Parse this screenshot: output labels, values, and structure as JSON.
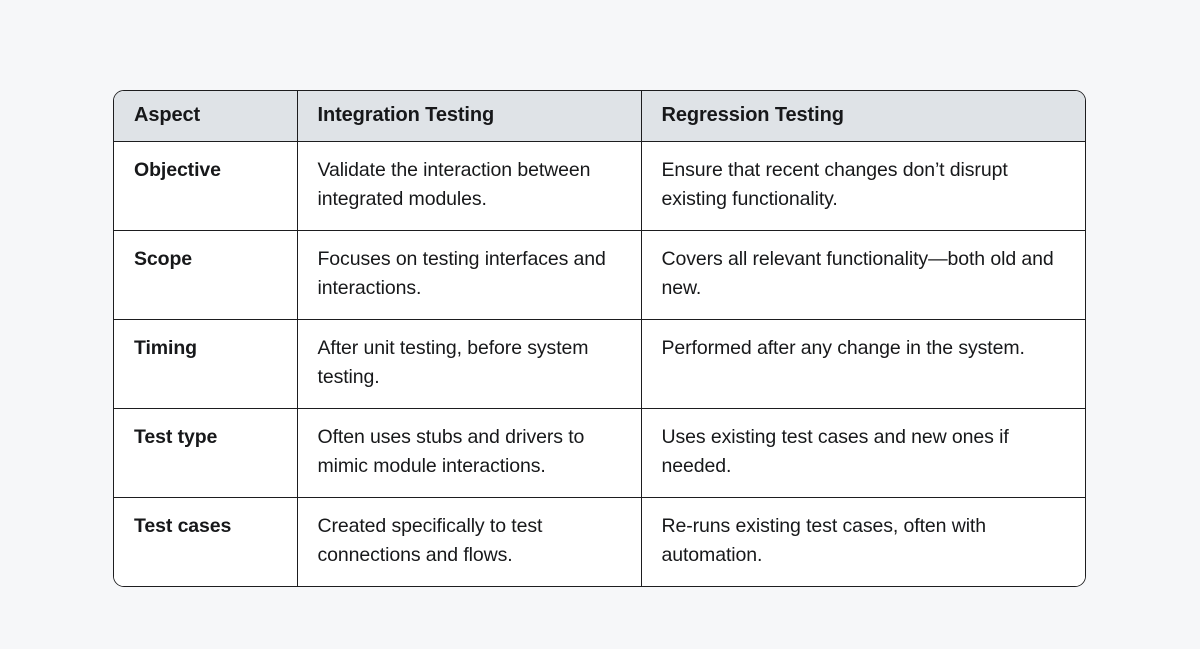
{
  "theme": {
    "page_background": "#f6f7f9",
    "table_border": "#1d1d1f",
    "header_background": "#dfe3e7",
    "text_color": "#17181a"
  },
  "table": {
    "columns": [
      {
        "key": "aspect",
        "label": "Aspect"
      },
      {
        "key": "integration",
        "label": "Integration Testing"
      },
      {
        "key": "regression",
        "label": "Regression Testing"
      }
    ],
    "rows": [
      {
        "aspect": "Objective",
        "integration": "Validate the interaction between integrated modules.",
        "regression": "Ensure that recent changes don’t disrupt existing functionality."
      },
      {
        "aspect": "Scope",
        "integration": "Focuses on testing interfaces and interactions.",
        "regression": "Covers all relevant functionality—both old and new."
      },
      {
        "aspect": "Timing",
        "integration": "After unit testing, before system testing.",
        "regression": "Performed after any change in the system."
      },
      {
        "aspect": "Test type",
        "integration": "Often uses stubs and drivers to mimic module interactions.",
        "regression": "Uses existing test cases and new ones if needed."
      },
      {
        "aspect": "Test cases",
        "integration": "Created specifically to test connections and flows.",
        "regression": "Re-runs existing test cases, often with automation."
      }
    ]
  }
}
